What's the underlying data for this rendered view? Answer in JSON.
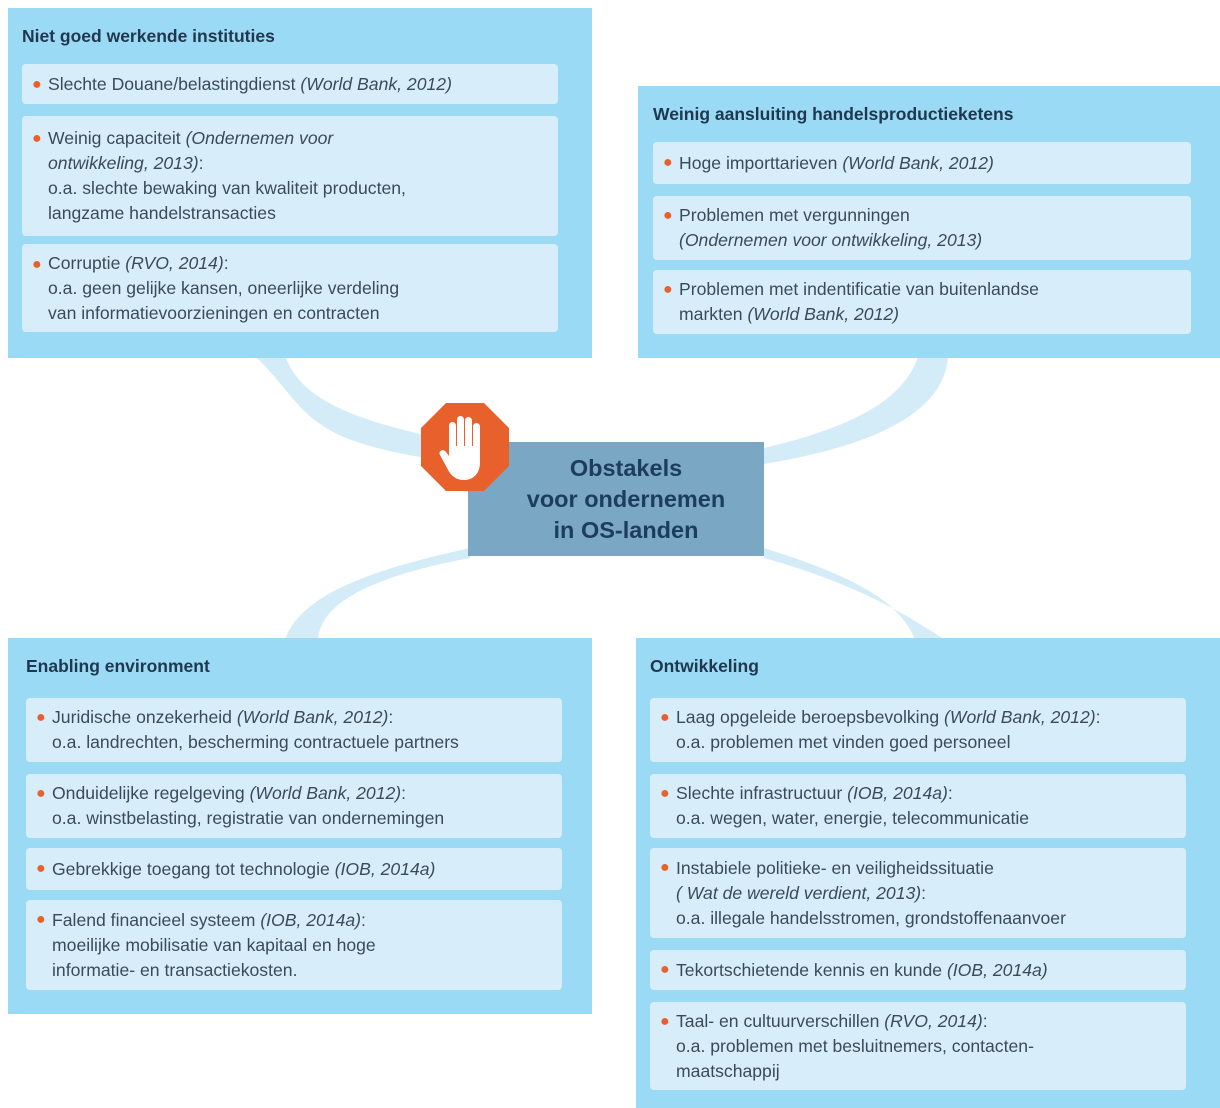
{
  "center": {
    "lines": [
      "Obstakels",
      "voor ondernemen",
      "in OS-landen"
    ],
    "icon": "stop-hand-icon"
  },
  "colors": {
    "panel": "#9bdaf5",
    "item": "#d7eefa",
    "bullet": "#e8612c",
    "center": "#7aa7c4",
    "stop_sign": "#e8612c"
  },
  "panels": {
    "top_left": {
      "title": "Niet goed werkende instituties",
      "items": [
        {
          "text": "Slechte Douane/belastingdienst ",
          "cite": "(World Bank, 2012)"
        },
        {
          "text": "Weinig capaciteit ",
          "cite": "(Ondernemen voor",
          "cite2": "ontwikkeling, 2013)",
          "tail": ":",
          "extra1": "o.a. slechte bewaking van kwaliteit producten,",
          "extra2": "langzame handelstransacties"
        },
        {
          "text": "Corruptie ",
          "cite": "(RVO, 2014)",
          "tail": ":",
          "extra1": "o.a. geen gelijke kansen, oneerlijke verdeling",
          "extra2": "van informatievoorzieningen en contracten"
        }
      ]
    },
    "top_right": {
      "title": "Weinig aansluiting handelsproductieketens",
      "items": [
        {
          "text": "Hoge importtarieven ",
          "cite": "(World Bank, 2012)"
        },
        {
          "text": "Problemen met vergunningen",
          "cite": "(Ondernemen voor ontwikkeling, 2013)"
        },
        {
          "text": "Problemen met indentificatie van buitenlandse",
          "text2": "markten ",
          "cite": "(World Bank, 2012)"
        }
      ]
    },
    "bottom_left": {
      "title": "Enabling environment",
      "items": [
        {
          "text": "Juridische onzekerheid ",
          "cite": "(World Bank, 2012)",
          "tail": ":",
          "extra1": "o.a. landrechten, bescherming contractuele partners"
        },
        {
          "text": "Onduidelijke regelgeving ",
          "cite": "(World Bank, 2012)",
          "tail": ":",
          "extra1": "o.a. winstbelasting, registratie van ondernemingen"
        },
        {
          "text": "Gebrekkige toegang tot technologie ",
          "cite": "(IOB, 2014a)"
        },
        {
          "text": "Falend financieel systeem ",
          "cite": "(IOB, 2014a)",
          "tail": ":",
          "extra1": "moeilijke mobilisatie van kapitaal en hoge",
          "extra2": "informatie- en transactiekosten."
        }
      ]
    },
    "bottom_right": {
      "title": "Ontwikkeling",
      "items": [
        {
          "text": "Laag opgeleide beroepsbevolking ",
          "cite": "(World Bank, 2012)",
          "tail": ":",
          "extra1": "o.a. problemen met vinden goed personeel"
        },
        {
          "text": "Slechte infrastructuur ",
          "cite": "(IOB, 2014a)",
          "tail": ":",
          "extra1": "o.a. wegen, water, energie, telecommunicatie"
        },
        {
          "text": "Instabiele politieke- en veiligheidssituatie",
          "cite": "( Wat de wereld verdient, 2013)",
          "tail": ":",
          "extra1": "o.a. illegale handelsstromen, grondstoffenaanvoer"
        },
        {
          "text": "Tekortschietende kennis en kunde ",
          "cite": "(IOB, 2014a)"
        },
        {
          "text": "Taal- en cultuurverschillen ",
          "cite": "(RVO, 2014)",
          "tail": ":",
          "extra1": "o.a. problemen met besluitnemers, contacten-",
          "extra2": "maatschappij"
        }
      ]
    }
  }
}
